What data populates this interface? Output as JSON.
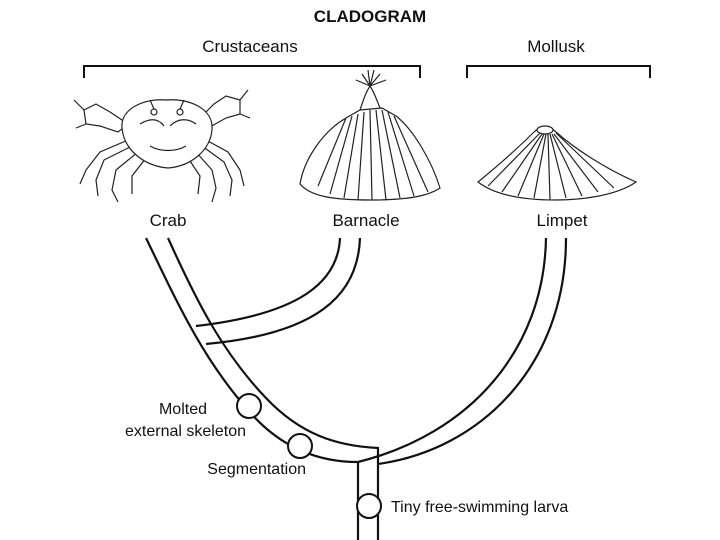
{
  "title": "CLADOGRAM",
  "groups": [
    {
      "label": "Crustaceans"
    },
    {
      "label": "Mollusk"
    }
  ],
  "taxa": [
    {
      "label": "Crab",
      "icon": "crab-icon"
    },
    {
      "label": "Barnacle",
      "icon": "barnacle-icon"
    },
    {
      "label": "Limpet",
      "icon": "limpet-icon"
    }
  ],
  "traits": [
    {
      "label_lines": [
        "Molted",
        "external skeleton"
      ]
    },
    {
      "label": "Segmentation"
    },
    {
      "label": "Tiny free-swimming larva"
    }
  ]
}
